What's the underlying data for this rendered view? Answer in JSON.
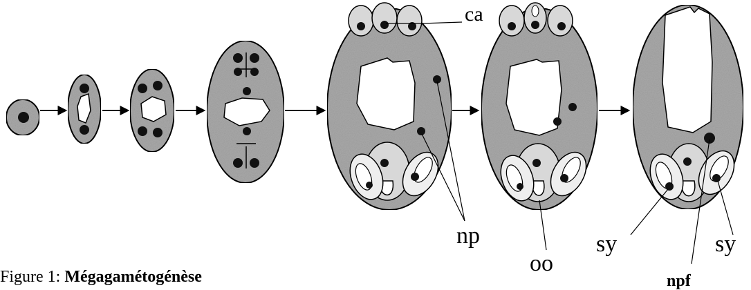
{
  "labels": {
    "ca": "ca",
    "np": "np",
    "oo": "oo",
    "sy_left": "sy",
    "sy_right": "sy",
    "npf": "npf"
  },
  "caption": {
    "prefix": "Figure 1:",
    "title": "Mégagamétogénèse"
  },
  "colors": {
    "cytoplasm": "#a9a9a9",
    "nucleus": "#111111",
    "vacuole": "#ffffff",
    "outline": "#000000",
    "cell": "#d8d8d8"
  }
}
